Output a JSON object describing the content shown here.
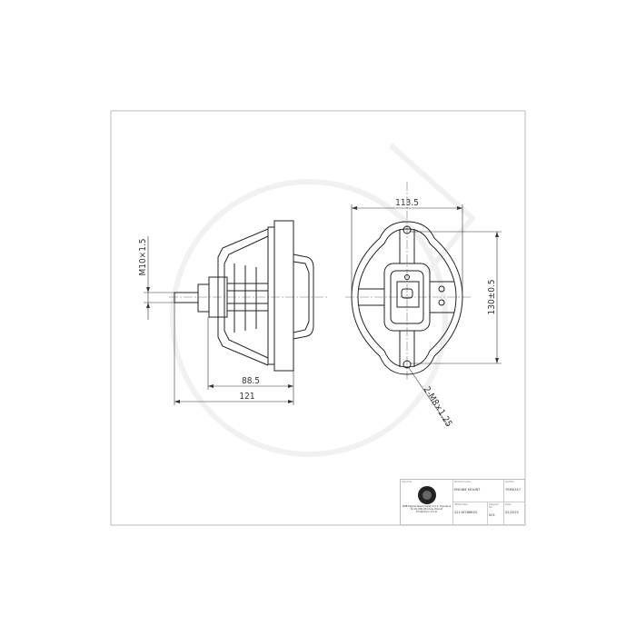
{
  "drawing": {
    "dimensions": {
      "thread_stud": "M10×1.5",
      "length_inner": "88.5",
      "length_total": "121",
      "width": "113.5",
      "hole_spacing": "130±0.5",
      "mount_threads": "2-M8×1.25"
    }
  },
  "title_block": {
    "importer_label": "Importer",
    "importer_text": "SMB Maykel Niedorowski S.K.A. Popowice 61 91-000 Wroclaw, Poland info@smyl.com.pl",
    "product_name_label": "Product name",
    "product_name": "ENGINE MOUNT",
    "symbol_label": "Symbol",
    "symbol": "7SMV247",
    "oe_number_label": "OE Number",
    "oe_number": "22116768852",
    "diagram_no_label": "Diagram No.",
    "diagram_no": "001",
    "date_label": "Date",
    "date": "02/2025"
  }
}
